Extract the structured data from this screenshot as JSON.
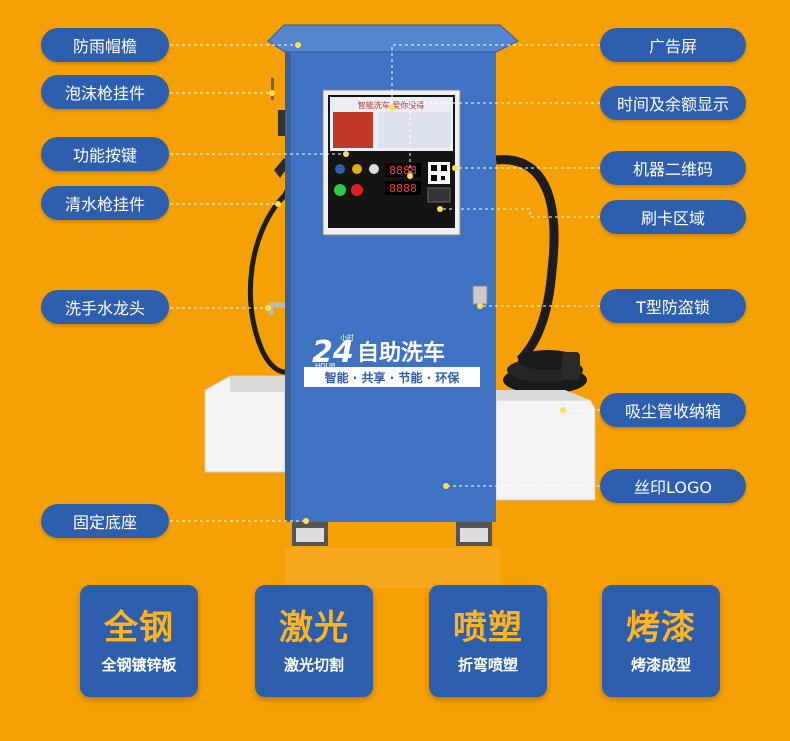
{
  "labels_left": [
    {
      "id": "rain-hood",
      "text": "防雨帽檐"
    },
    {
      "id": "foam-gun-holder",
      "text": "泡沫枪挂件"
    },
    {
      "id": "function-buttons",
      "text": "功能按键"
    },
    {
      "id": "water-gun-holder",
      "text": "清水枪挂件"
    },
    {
      "id": "hand-wash-faucet",
      "text": "洗手水龙头"
    },
    {
      "id": "fixed-base",
      "text": "固定底座"
    }
  ],
  "labels_right": [
    {
      "id": "ad-screen",
      "text": "广告屏"
    },
    {
      "id": "time-balance-display",
      "text": "时间及余额显示"
    },
    {
      "id": "machine-qr-code",
      "text": "机器二维码"
    },
    {
      "id": "card-swipe-area",
      "text": "刷卡区域"
    },
    {
      "id": "t-lock",
      "text": "T型防盗锁"
    },
    {
      "id": "vacuum-hose-box",
      "text": "吸尘管收纳箱"
    },
    {
      "id": "silkscreen-logo",
      "text": "丝印LOGO"
    }
  ],
  "machine": {
    "logo_number": "24",
    "logo_small": "小时",
    "logo_hour": "HOUR",
    "logo_title": "自助洗车",
    "slogan": "智能 · 共享 · 节能 · 环保",
    "screen_text": "智能洗车  爱你没得",
    "display_1": "8888",
    "display_2": "8888"
  },
  "features": [
    {
      "title": "全钢",
      "subtitle": "全钢镀锌板"
    },
    {
      "title": "激光",
      "subtitle": "激光切割"
    },
    {
      "title": "喷塑",
      "subtitle": "折弯喷塑"
    },
    {
      "title": "烤漆",
      "subtitle": "烤漆成型"
    }
  ],
  "colors": {
    "background": "#F5A005",
    "label_bg": "#2E5FAF",
    "cabinet": "#3F72C2",
    "feature_title": "#FFB41E"
  }
}
